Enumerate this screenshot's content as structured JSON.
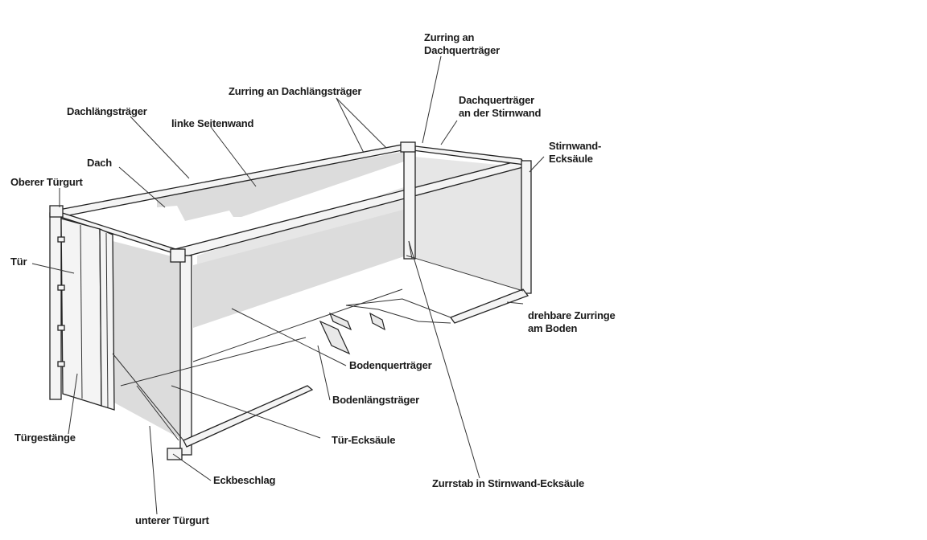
{
  "labels": {
    "zurring_dachquer_1": "Zurring an",
    "zurring_dachquer_2": "Dachquerträger",
    "zurring_dachlaengs": "Zurring an Dachlängsträger",
    "dachquer_stirn_1": "Dachquerträger",
    "dachquer_stirn_2": "an der Stirnwand",
    "dachlaengstraeger": "Dachlängsträger",
    "linke_seitenwand": "linke Seitenwand",
    "stirnwand_eck_1": "Stirnwand-",
    "stirnwand_eck_2": "Ecksäule",
    "dach": "Dach",
    "oberer_tuergurt": "Oberer Türgurt",
    "tuer": "Tür",
    "drehbare_1": "drehbare Zurringe",
    "drehbare_2": "am Boden",
    "bodenquertraeger": "Bodenquerträger",
    "bodenlaengstraeger": "Bodenlängsträger",
    "tuer_ecksaeule": "Tür-Ecksäule",
    "tuergestaenge": "Türgestänge",
    "eckbeschlag": "Eckbeschlag",
    "zurrstab": "Zurrstab in Stirnwand-Ecksäule",
    "unterer_tuergurt": "unterer Türgurt"
  }
}
